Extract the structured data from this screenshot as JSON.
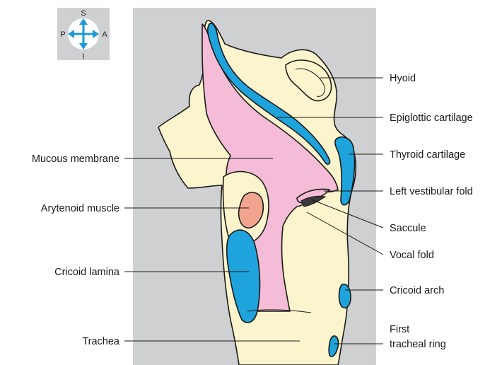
{
  "orientation": {
    "superior": "S",
    "inferior": "I",
    "posterior": "P",
    "anterior": "A"
  },
  "labels": {
    "hyoid": "Hyoid",
    "epiglottic_cartilage": "Epiglottic cartilage",
    "thyroid_cartilage": "Thyroid cartilage",
    "left_vestibular_fold": "Left vestibular fold",
    "saccule": "Saccule",
    "vocal_fold": "Vocal fold",
    "cricoid_arch": "Cricoid arch",
    "first_tracheal_ring_line1": "First",
    "first_tracheal_ring_line2": "tracheal ring",
    "mucous_membrane": "Mucous membrane",
    "arytenoid_muscle": "Arytenoid muscle",
    "cricoid_lamina": "Cricoid lamina",
    "trachea": "Trachea"
  },
  "colors": {
    "background_panel": "#cfd0d2",
    "compass_panel": "#cfd0d2",
    "compass_arrows": "#1e9ad6",
    "tissue": "#fcf4cc",
    "mucosa": "#f4bcd6",
    "cartilage": "#1ea3dc",
    "muscle": "#f2a58e"
  }
}
